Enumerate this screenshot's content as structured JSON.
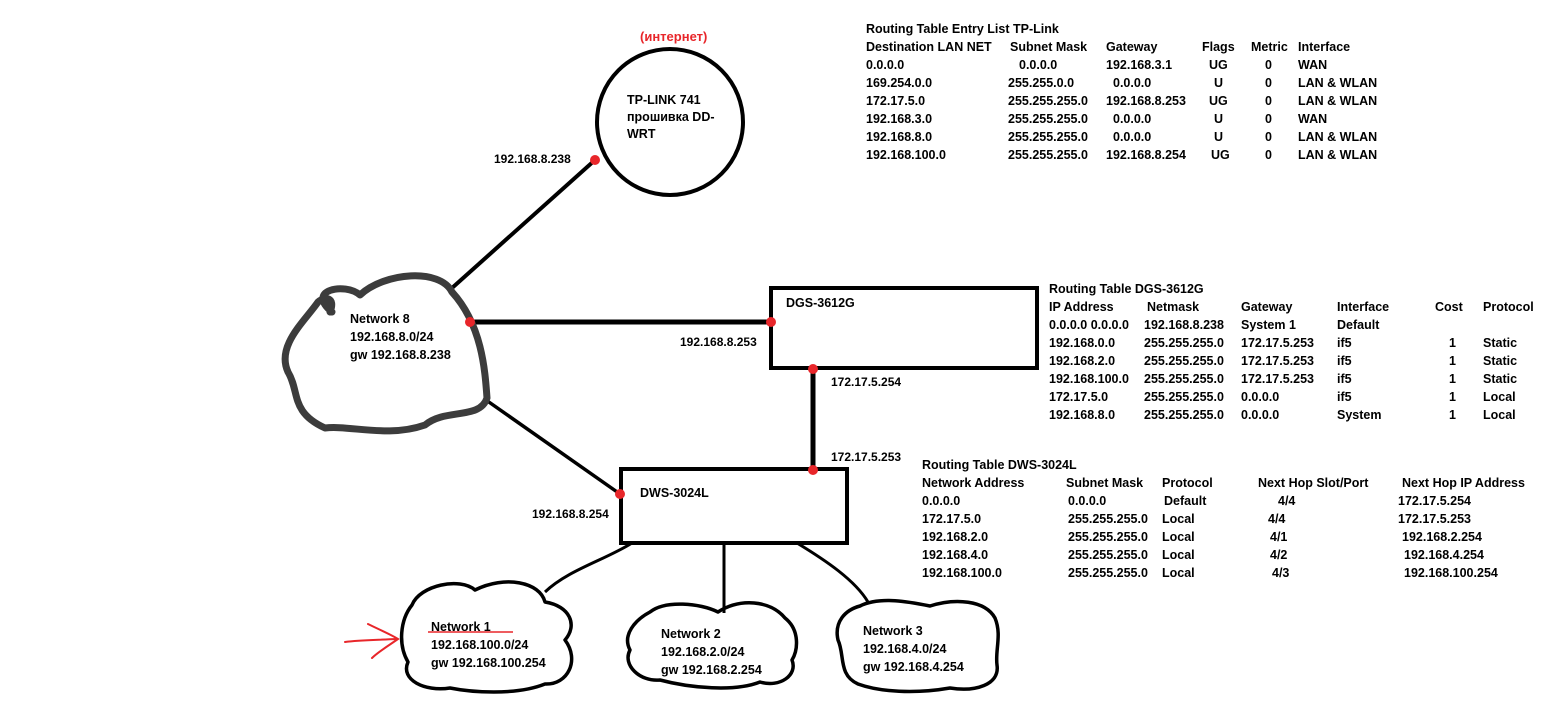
{
  "internet_label": "(интернет)",
  "router": {
    "name_lines": [
      "TP-LINK 741",
      "прошивка DD-",
      "WRT"
    ]
  },
  "devices": {
    "dgs": "DGS-3612G",
    "dws": "DWS-3024L"
  },
  "ip_labels": {
    "router_lan": "192.168.8.238",
    "dgs_net8": "192.168.8.253",
    "dgs_down": "172.17.5.254",
    "dws_up": "172.17.5.253",
    "dws_net8": "192.168.8.254"
  },
  "networks": {
    "net8": {
      "name": "Network 8",
      "subnet": "192.168.8.0/24",
      "gw": "gw 192.168.8.238"
    },
    "net1": {
      "name": "Network 1",
      "subnet": "192.168.100.0/24",
      "gw": "gw 192.168.100.254"
    },
    "net2": {
      "name": "Network 2",
      "subnet": "192.168.2.0/24",
      "gw": "gw 192.168.2.254"
    },
    "net3": {
      "name": "Network 3",
      "subnet": "192.168.4.0/24",
      "gw": "gw 192.168.4.254"
    }
  },
  "tables": {
    "tplink": {
      "title": "Routing Table Entry List TP-Link",
      "headers": [
        "Destination LAN NET",
        "Subnet Mask",
        "Gateway",
        "Flags",
        "Metric",
        "Interface"
      ],
      "rows": [
        [
          "0.0.0.0",
          "0.0.0.0",
          "192.168.3.1",
          "UG",
          "0",
          "WAN"
        ],
        [
          "169.254.0.0",
          "255.255.0.0",
          "0.0.0.0",
          "U",
          "0",
          "LAN & WLAN"
        ],
        [
          "172.17.5.0",
          "255.255.255.0",
          "192.168.8.253",
          "UG",
          "0",
          "LAN & WLAN"
        ],
        [
          "192.168.3.0",
          "255.255.255.0",
          "0.0.0.0",
          "U",
          "0",
          "WAN"
        ],
        [
          "192.168.8.0",
          "255.255.255.0",
          "0.0.0.0",
          "U",
          "0",
          "LAN & WLAN"
        ],
        [
          "192.168.100.0",
          "255.255.255.0",
          "192.168.8.254",
          "UG",
          "0",
          "LAN & WLAN"
        ]
      ]
    },
    "dgs": {
      "title": "Routing Table DGS-3612G",
      "headers": [
        "IP Address",
        "Netmask",
        "Gateway",
        "Interface",
        "Cost",
        "Protocol"
      ],
      "rows": [
        [
          "0.0.0.0  0.0.0.0",
          "192.168.8.238",
          "System 1",
          "Default",
          "",
          ""
        ],
        [
          "192.168.0.0",
          "255.255.255.0",
          "172.17.5.253",
          "if5",
          "1",
          "Static"
        ],
        [
          "192.168.2.0",
          "255.255.255.0",
          "172.17.5.253",
          "if5",
          "1",
          "Static"
        ],
        [
          "192.168.100.0",
          "255.255.255.0",
          "172.17.5.253",
          "if5",
          "1",
          "Static"
        ],
        [
          "172.17.5.0",
          "255.255.255.0",
          "0.0.0.0",
          "if5",
          "1",
          "Local"
        ],
        [
          "192.168.8.0",
          "255.255.255.0",
          "0.0.0.0",
          "System",
          "1",
          "Local"
        ]
      ]
    },
    "dws": {
      "title": "Routing Table DWS-3024L",
      "headers": [
        "Network Address",
        "Subnet Mask",
        "Protocol",
        "Next Hop Slot/Port",
        "Next Hop IP Address"
      ],
      "rows": [
        [
          "0.0.0.0",
          "0.0.0.0",
          "Default",
          "4/4",
          "172.17.5.254"
        ],
        [
          "172.17.5.0",
          "255.255.255.0",
          "Local",
          "4/4",
          "172.17.5.253"
        ],
        [
          "192.168.2.0",
          "255.255.255.0",
          "Local",
          "4/1",
          "192.168.2.254"
        ],
        [
          "192.168.4.0",
          "255.255.255.0",
          "Local",
          "4/2",
          "192.168.4.254"
        ],
        [
          "192.168.100.0",
          "255.255.255.0",
          "Local",
          "4/3",
          "192.168.100.254"
        ]
      ]
    }
  },
  "colors": {
    "line": "#000000",
    "cloud_net8": "#3c3c3c",
    "port_dot": "#e8262a",
    "accent": "#e8262a"
  }
}
